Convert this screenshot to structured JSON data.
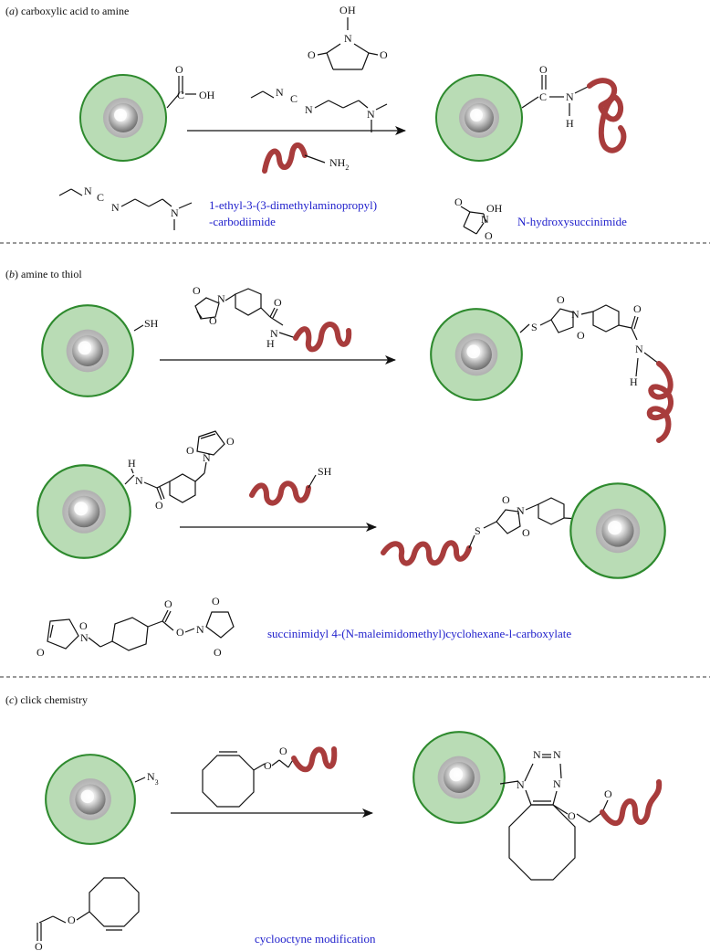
{
  "panels": {
    "a": {
      "letter": "a",
      "title": "carboxylic acid to amine",
      "reagent_edc": "1-ethyl-3-(3-dimethylaminopropyl)",
      "reagent_edc_2": "-carbodiimide",
      "reagent_nhs": "N-hydroxysuccinimide"
    },
    "b": {
      "letter": "b",
      "title": "amine to thiol",
      "reagent_smcc": "succinimidyl 4-(N-maleimidomethyl)cyclohexane-l-carboxylate"
    },
    "c": {
      "letter": "c",
      "title": "click chemistry",
      "reagent_cyclooctyne": "cyclooctyne modification"
    }
  },
  "atoms": {
    "O": "O",
    "OH": "OH",
    "C": "C",
    "N": "N",
    "H": "H",
    "S": "S",
    "SH": "SH",
    "NH": "NH",
    "sub2": "2",
    "sub3": "3"
  },
  "colors": {
    "particle_fill": "#b9dcb5",
    "particle_stroke": "#2e8a2e",
    "peptide": "#a83c3c",
    "reagent_label": "#2222cc",
    "divider": "#333333"
  }
}
